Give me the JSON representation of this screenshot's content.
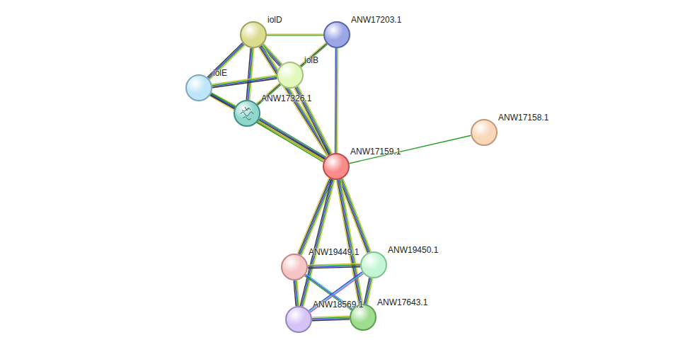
{
  "diagram": {
    "nodes": [
      {
        "text": [
          "iolD"
        ]
      },
      {
        "text": [
          "ANW17203.1"
        ]
      },
      {
        "text": [
          "iolE"
        ]
      },
      {
        "text": [
          "iolB"
        ]
      },
      {
        "text": [
          "ANW17326.1"
        ]
      },
      {
        "text": [
          "ANW17158.1"
        ]
      },
      {
        "text": [
          "ANW17159.1"
        ]
      },
      {
        "text": [
          "ANW19450.1"
        ]
      },
      {
        "text": [
          "ANW19449.1"
        ]
      },
      {
        "text": [
          "ANW17643.1"
        ]
      },
      {
        "text": [
          "ANW18569.1"
        ]
      }
    ],
    "edges": [
      {
        "from": 0,
        "to": 1,
        "arrow": "none"
      },
      {
        "from": 0,
        "to": 3,
        "arrow": "none"
      },
      {
        "from": 0,
        "to": 2,
        "arrow": "none"
      },
      {
        "from": 0,
        "to": 4,
        "arrow": "none"
      },
      {
        "from": 0,
        "to": 6,
        "arrow": "none"
      },
      {
        "from": 1,
        "to": 3,
        "arrow": "none"
      },
      {
        "from": 1,
        "to": 6,
        "arrow": "none"
      },
      {
        "from": 2,
        "to": 3,
        "arrow": "none"
      },
      {
        "from": 2,
        "to": 4,
        "arrow": "none"
      },
      {
        "from": 2,
        "to": 6,
        "arrow": "none"
      },
      {
        "from": 3,
        "to": 4,
        "arrow": "none"
      },
      {
        "from": 3,
        "to": 6,
        "arrow": "none"
      },
      {
        "from": 4,
        "to": 6,
        "arrow": "none"
      },
      {
        "from": 6,
        "to": 5,
        "arrow": "none"
      },
      {
        "from": 6,
        "to": 8,
        "arrow": "none"
      },
      {
        "from": 6,
        "to": 7,
        "arrow": "none"
      },
      {
        "from": 6,
        "to": 10,
        "arrow": "none"
      },
      {
        "from": 6,
        "to": 9,
        "arrow": "none"
      },
      {
        "from": 8,
        "to": 7,
        "arrow": "none"
      },
      {
        "from": 8,
        "to": 10,
        "arrow": "none"
      },
      {
        "from": 8,
        "to": 9,
        "arrow": "none"
      },
      {
        "from": 7,
        "to": 10,
        "arrow": "none"
      },
      {
        "from": 7,
        "to": 9,
        "arrow": "none"
      },
      {
        "from": 10,
        "to": 9,
        "arrow": "none"
      }
    ]
  }
}
